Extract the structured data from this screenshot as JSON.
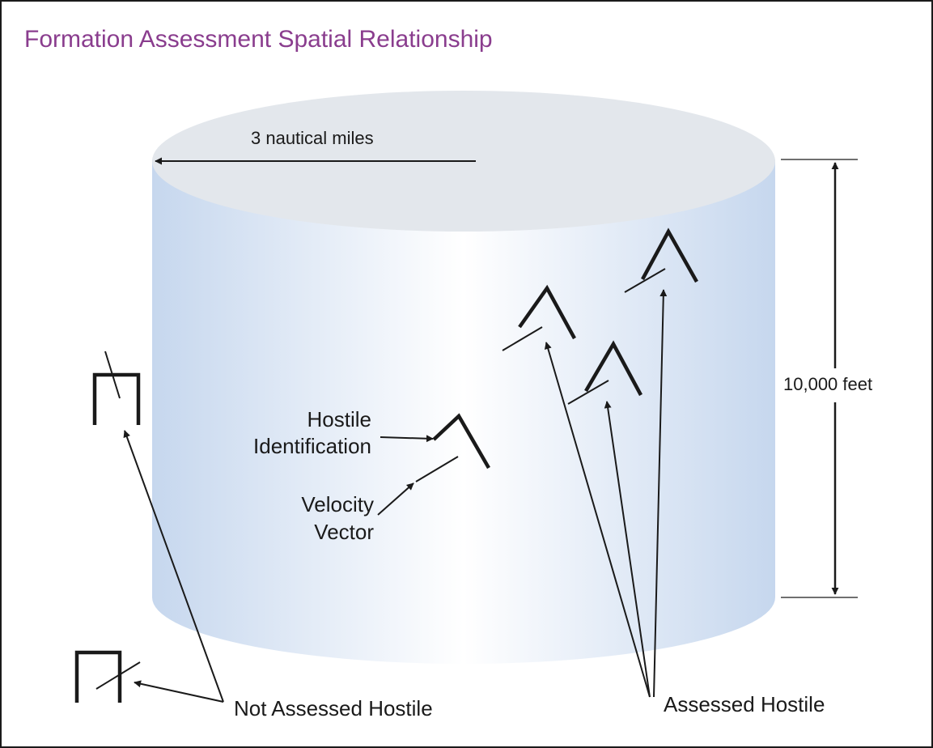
{
  "title": "Formation Assessment Spatial Relationship",
  "labels": {
    "radius": "3 nautical miles",
    "height": "10,000 feet",
    "hostile_id_line1": "Hostile",
    "hostile_id_line2": "Identification",
    "velocity_line1": "Velocity",
    "velocity_line2": "Vector",
    "not_assessed": "Not Assessed Hostile",
    "assessed": "Assessed Hostile"
  },
  "colors": {
    "title": "#8a3d8e",
    "cylinder_edge": "#c6d7ee",
    "cylinder_mid": "#ffffff",
    "cylinder_top": "#e3e7ec",
    "ink": "#1a1a1a"
  },
  "symbols": {
    "hostile": "caret-chevron",
    "not_assessed": "open-bracket"
  }
}
